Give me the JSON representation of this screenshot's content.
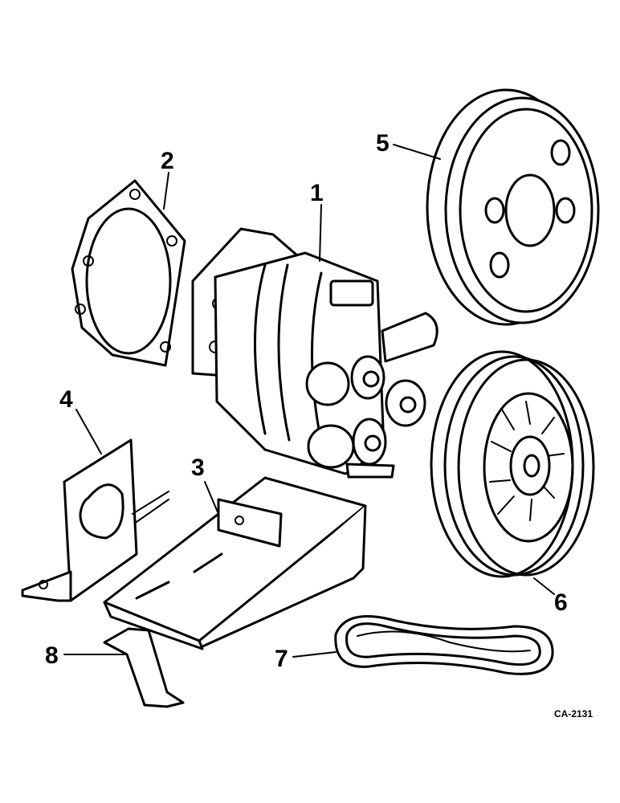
{
  "callouts": {
    "c1": "1",
    "c2": "2",
    "c3": "3",
    "c4": "4",
    "c5": "5",
    "c6": "6",
    "c7": "7",
    "c8": "8"
  },
  "ref_code": "CA-2131"
}
